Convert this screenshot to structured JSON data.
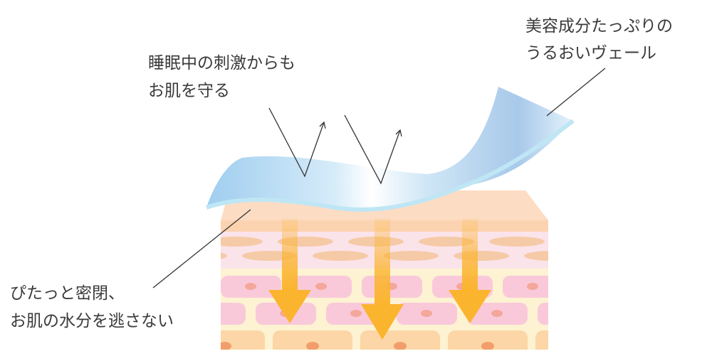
{
  "labels": {
    "veil": [
      "美容成分たっぷりの",
      "うるおいヴェール"
    ],
    "protect": [
      "睡眠中の刺激からも",
      "お肌を守る"
    ],
    "seal": [
      "ぴたっと密閉、",
      "お肌の水分を逃さない"
    ]
  },
  "colors": {
    "veil_blue": "#a9d4f0",
    "veil_edge": "#bfe6f4",
    "skin_top": "#fddcc4",
    "arrow": "#fbb42e",
    "cell_pink": "#f9c9da",
    "cell_orange": "#fcd6a6"
  }
}
